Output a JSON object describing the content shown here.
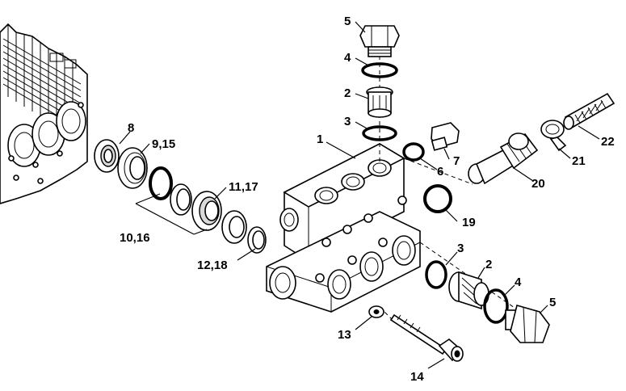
{
  "diagram": {
    "labels": {
      "l1": "1",
      "l2a": "2",
      "l2b": "2",
      "l3a": "3",
      "l3b": "3",
      "l4a": "4",
      "l4b": "4",
      "l5a": "5",
      "l5b": "5",
      "l6": "6",
      "l7": "7",
      "l8": "8",
      "l915": "9,15",
      "l1016": "10,16",
      "l1117": "11,17",
      "l1218": "12,18",
      "l13": "13",
      "l14": "14",
      "l19": "19",
      "l20": "20",
      "l21": "21",
      "l22": "22"
    }
  }
}
